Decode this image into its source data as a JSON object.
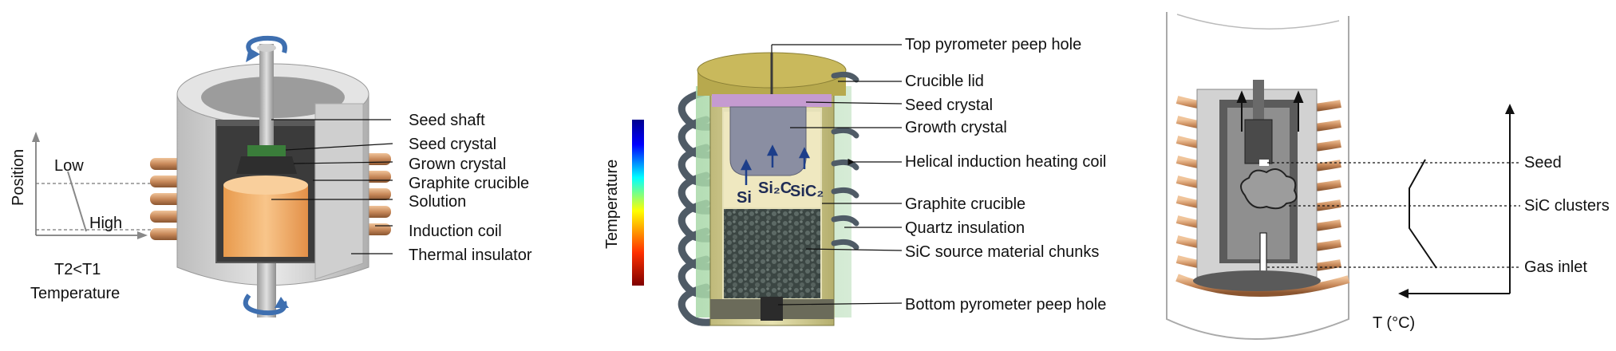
{
  "panel_left": {
    "axis": {
      "position_label": "Position",
      "low_label": "Low",
      "high_label": "High",
      "temp_relation": "T2<T1",
      "temperature_label": "Temperature"
    },
    "callouts": [
      "Seed shaft",
      "Seed crystal",
      "Grown crystal",
      "Graphite crucible",
      "Solution",
      "Induction coil",
      "Thermal insulator"
    ]
  },
  "panel_middle": {
    "colorbar_label": "Temperature",
    "species": [
      "Si",
      "Si₂C",
      "SiC₂"
    ],
    "callouts": [
      "Top pyrometer peep hole",
      "Crucible lid",
      "Seed crystal",
      "Growth crystal",
      "Helical induction heating coil",
      "Graphite crucible",
      "Quartz insulation",
      "SiC source material chunks",
      "Bottom pyrometer peep hole"
    ]
  },
  "panel_right": {
    "callouts": [
      "Seed",
      "SiC clusters",
      "Gas inlet"
    ],
    "axis_label": "T (°C)"
  },
  "colors": {
    "copper": "#c8895a",
    "insulator": "#d9d9d9",
    "solution": "#f5b169",
    "graphite": "#d8d39a",
    "lid": "#c9b95c",
    "seed_pink": "#c59bd0",
    "source_chunks": "#3f4a47"
  }
}
